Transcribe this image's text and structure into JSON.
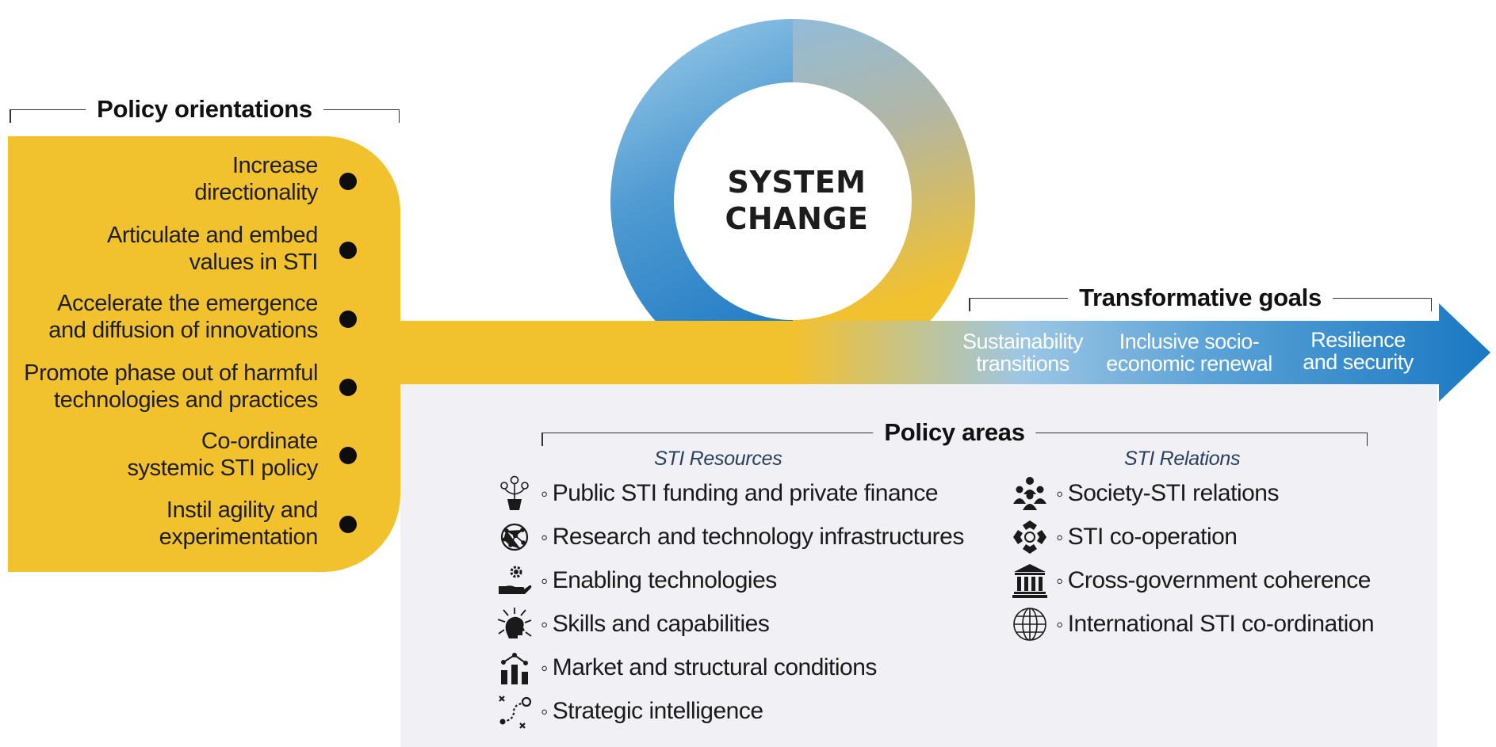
{
  "policy_orientations": {
    "title": "Policy orientations",
    "items": [
      [
        "Increase",
        "directionality"
      ],
      [
        "Articulate and embed",
        "values in STI"
      ],
      [
        "Accelerate the emergence",
        "and diffusion of innovations"
      ],
      [
        "Promote phase out of harmful",
        "technologies and practices"
      ],
      [
        "Co-ordinate",
        "systemic STI policy"
      ],
      [
        "Instil agility and",
        "experimentation"
      ]
    ]
  },
  "system_change": [
    "SYSTEM",
    "CHANGE"
  ],
  "transformative_goals": {
    "title": "Transformative goals",
    "items": [
      [
        "Sustainability",
        "transitions"
      ],
      [
        "Inclusive socio-",
        "economic renewal"
      ],
      [
        "Resilience",
        "and security"
      ]
    ]
  },
  "policy_areas": {
    "title": "Policy areas",
    "resources": {
      "heading": "STI Resources",
      "items": [
        {
          "label": "Public STI funding and private finance",
          "icon": "money-plant-icon"
        },
        {
          "label": "Research and technology infrastructures",
          "icon": "network-globe-icon"
        },
        {
          "label": "Enabling technologies",
          "icon": "hand-gear-icon"
        },
        {
          "label": "Skills and capabilities",
          "icon": "head-arrows-icon"
        },
        {
          "label": "Market and structural conditions",
          "icon": "bar-chart-icon"
        },
        {
          "label": "Strategic intelligence",
          "icon": "strategy-path-icon"
        }
      ]
    },
    "relations": {
      "heading": "STI Relations",
      "items": [
        {
          "label": "Society-STI relations",
          "icon": "people-group-icon"
        },
        {
          "label": "STI co-operation",
          "icon": "joined-hands-icon"
        },
        {
          "label": "Cross-government coherence",
          "icon": "government-building-icon"
        },
        {
          "label": "International STI co-ordination",
          "icon": "globe-icon"
        }
      ]
    }
  },
  "colors": {
    "yellow": "#f2c12e",
    "blue_light": "#8cc0e3",
    "blue_dark": "#1a78c2",
    "panel_grey": "#f1f1f5"
  }
}
